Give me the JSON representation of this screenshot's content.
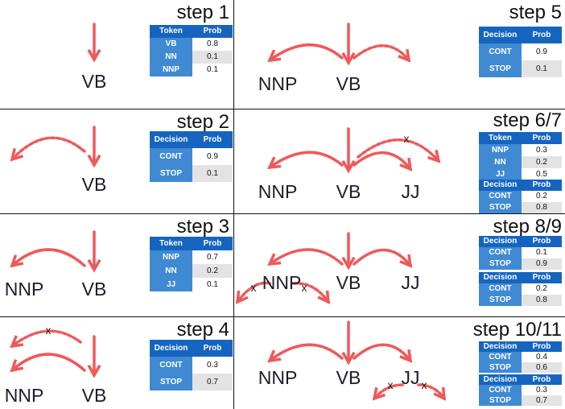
{
  "colors": {
    "arrow": "#f0585a",
    "header": "#1565c0",
    "label_cell": "#3f8ad2"
  },
  "x_mark": "x",
  "steps": [
    {
      "title": "step 1",
      "words": [
        "VB"
      ],
      "tables": [
        {
          "headers": [
            "Token",
            "Prob"
          ],
          "rows": [
            [
              "VB",
              "0.8"
            ],
            [
              "NN",
              "0.1"
            ],
            [
              "NNP",
              "0.1"
            ]
          ]
        }
      ]
    },
    {
      "title": "step 2",
      "words": [
        "VB"
      ],
      "tables": [
        {
          "headers": [
            "Decision",
            "Prob"
          ],
          "rows": [
            [
              "CONT",
              "0.9"
            ],
            [
              "STOP",
              "0.1"
            ]
          ]
        }
      ]
    },
    {
      "title": "step 3",
      "words": [
        "NNP",
        "VB"
      ],
      "tables": [
        {
          "headers": [
            "Token",
            "Prob"
          ],
          "rows": [
            [
              "NNP",
              "0.7"
            ],
            [
              "NN",
              "0.2"
            ],
            [
              "JJ",
              "0.1"
            ]
          ]
        }
      ]
    },
    {
      "title": "step 4",
      "words": [
        "NNP",
        "VB"
      ],
      "tables": [
        {
          "headers": [
            "Decision",
            "Prob"
          ],
          "rows": [
            [
              "CONT",
              "0.3"
            ],
            [
              "STOP",
              "0.7"
            ]
          ]
        }
      ]
    },
    {
      "title": "step 5",
      "words": [
        "NNP",
        "VB"
      ],
      "tables": [
        {
          "headers": [
            "Decision",
            "Prob"
          ],
          "rows": [
            [
              "CONT",
              "0.9"
            ],
            [
              "STOP",
              "0.1"
            ]
          ]
        }
      ]
    },
    {
      "title": "step 6/7",
      "words": [
        "NNP",
        "VB",
        "JJ"
      ],
      "tables": [
        {
          "headers": [
            "Token",
            "Prob"
          ],
          "rows": [
            [
              "NNP",
              "0.3"
            ],
            [
              "NN",
              "0.2"
            ],
            [
              "JJ",
              "0.5"
            ]
          ]
        },
        {
          "headers": [
            "Decision",
            "Prob"
          ],
          "rows": [
            [
              "CONT",
              "0.2"
            ],
            [
              "STOP",
              "0.8"
            ]
          ]
        }
      ]
    },
    {
      "title": "step 8/9",
      "words": [
        "NNP",
        "VB",
        "JJ"
      ],
      "tables": [
        {
          "headers": [
            "Decision",
            "Prob"
          ],
          "rows": [
            [
              "CONT",
              "0.1"
            ],
            [
              "STOP",
              "0.9"
            ]
          ]
        },
        {
          "headers": [
            "Decision",
            "Prob"
          ],
          "rows": [
            [
              "CONT",
              "0.2"
            ],
            [
              "STOP",
              "0.8"
            ]
          ]
        }
      ]
    },
    {
      "title": "step 10/11",
      "words": [
        "NNP",
        "VB",
        "JJ"
      ],
      "tables": [
        {
          "headers": [
            "Decision",
            "Prob"
          ],
          "rows": [
            [
              "CONT",
              "0.4"
            ],
            [
              "STOP",
              "0.6"
            ]
          ]
        },
        {
          "headers": [
            "Decision",
            "Prob"
          ],
          "rows": [
            [
              "CONT",
              "0.3"
            ],
            [
              "STOP",
              "0.7"
            ]
          ]
        }
      ]
    }
  ]
}
